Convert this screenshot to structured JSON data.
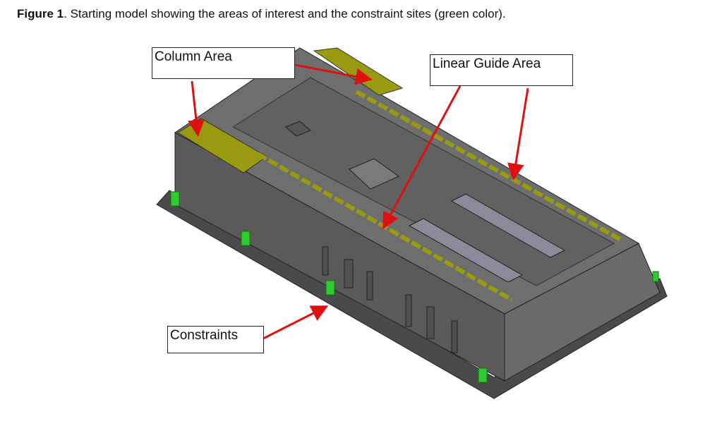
{
  "caption": {
    "label": "Figure 1",
    "text": ". Starting model showing the areas of interest and the constraint sites (green color)."
  },
  "labels": {
    "column_area": "Column  Area",
    "linear_guide_area": "Linear Guide  Area",
    "constraints": "Constraints"
  },
  "colors": {
    "body": "#5f5f5f",
    "highlight": "#9a9a10",
    "constraint": "#2ecc2e",
    "arrow": "#e01010"
  }
}
